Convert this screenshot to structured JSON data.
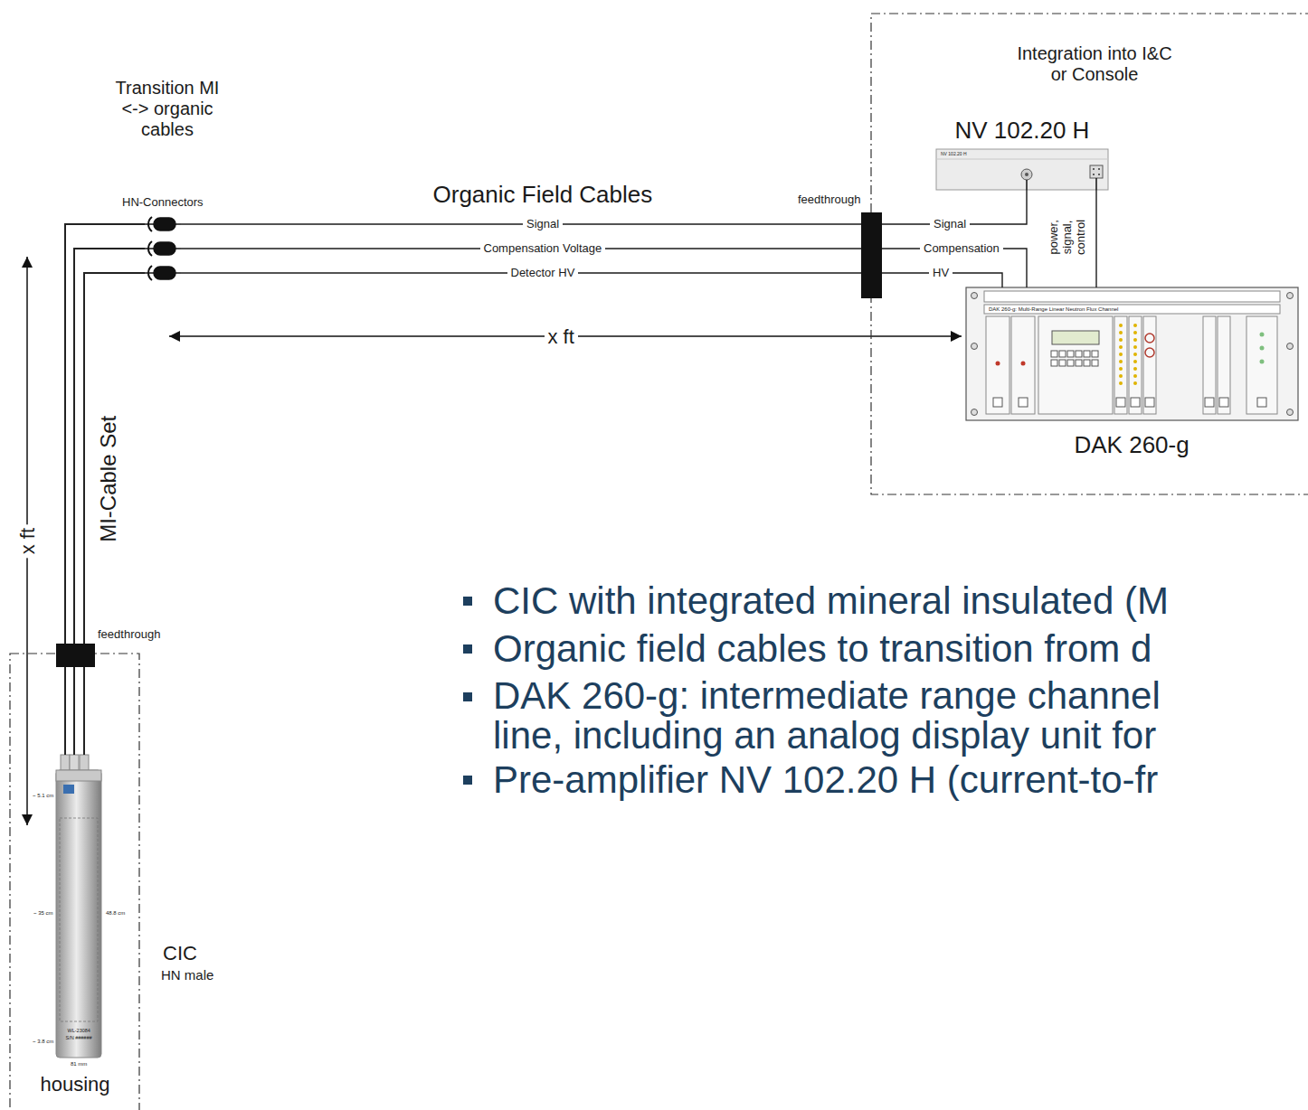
{
  "diagram": {
    "nodes": [
      {
        "text": [
          "Integration into I&C or Console"
        ]
      },
      {
        "text": [
          "NV 102.20 H"
        ],
        "in": 0
      },
      {
        "text": [
          "DAK 260-g"
        ],
        "in": 0
      },
      {
        "text": [
          "feedthrough"
        ]
      },
      {
        "text": [
          "HN-Connectors"
        ]
      },
      {
        "text": [
          "housing"
        ]
      },
      {
        "text": [
          "CIC",
          "HN male"
        ],
        "in": 5
      },
      {
        "text": [
          "feedthrough"
        ]
      }
    ],
    "edges": [
      {
        "from": 4,
        "to": 3,
        "arrow": "none",
        "label": "Signal"
      },
      {
        "from": 4,
        "to": 3,
        "arrow": "none",
        "label": "Compensation Voltage"
      },
      {
        "from": 4,
        "to": 3,
        "arrow": "none",
        "label": "Detector HV"
      },
      {
        "from": 3,
        "to": 1,
        "arrow": "none",
        "label": "Signal"
      },
      {
        "from": 3,
        "to": 2,
        "arrow": "none",
        "label": "Compensation"
      },
      {
        "from": 3,
        "to": 2,
        "arrow": "none",
        "label": "HV"
      },
      {
        "from": 1,
        "to": 2,
        "arrow": "none",
        "label": "power, signal, control"
      },
      {
        "from": 6,
        "to": 7,
        "arrow": "none"
      },
      {
        "from": 7,
        "to": 4,
        "arrow": "none",
        "label": "MI-Cable Set"
      }
    ],
    "labels": [
      "Transition MI <-> organic cables",
      "Organic Field Cables",
      "x ft",
      "x ft",
      "DAK 260-g: Multi-Range Linear Neutron Flux Channel",
      "~ 5.1 cm",
      "~ 35 cm",
      "48.8 cm",
      "~ 3.8 cm",
      "81 mm",
      "WL-23084",
      "S/N ######",
      "CIC with integrated mineral insulated (M",
      "Organic field cables to transition from d",
      "DAK 260-g: intermediate range channel line, including an analog display unit for",
      "Pre-amplifier NV 102.20 H (current-to-fr",
      "NV 102.20 H"
    ]
  }
}
